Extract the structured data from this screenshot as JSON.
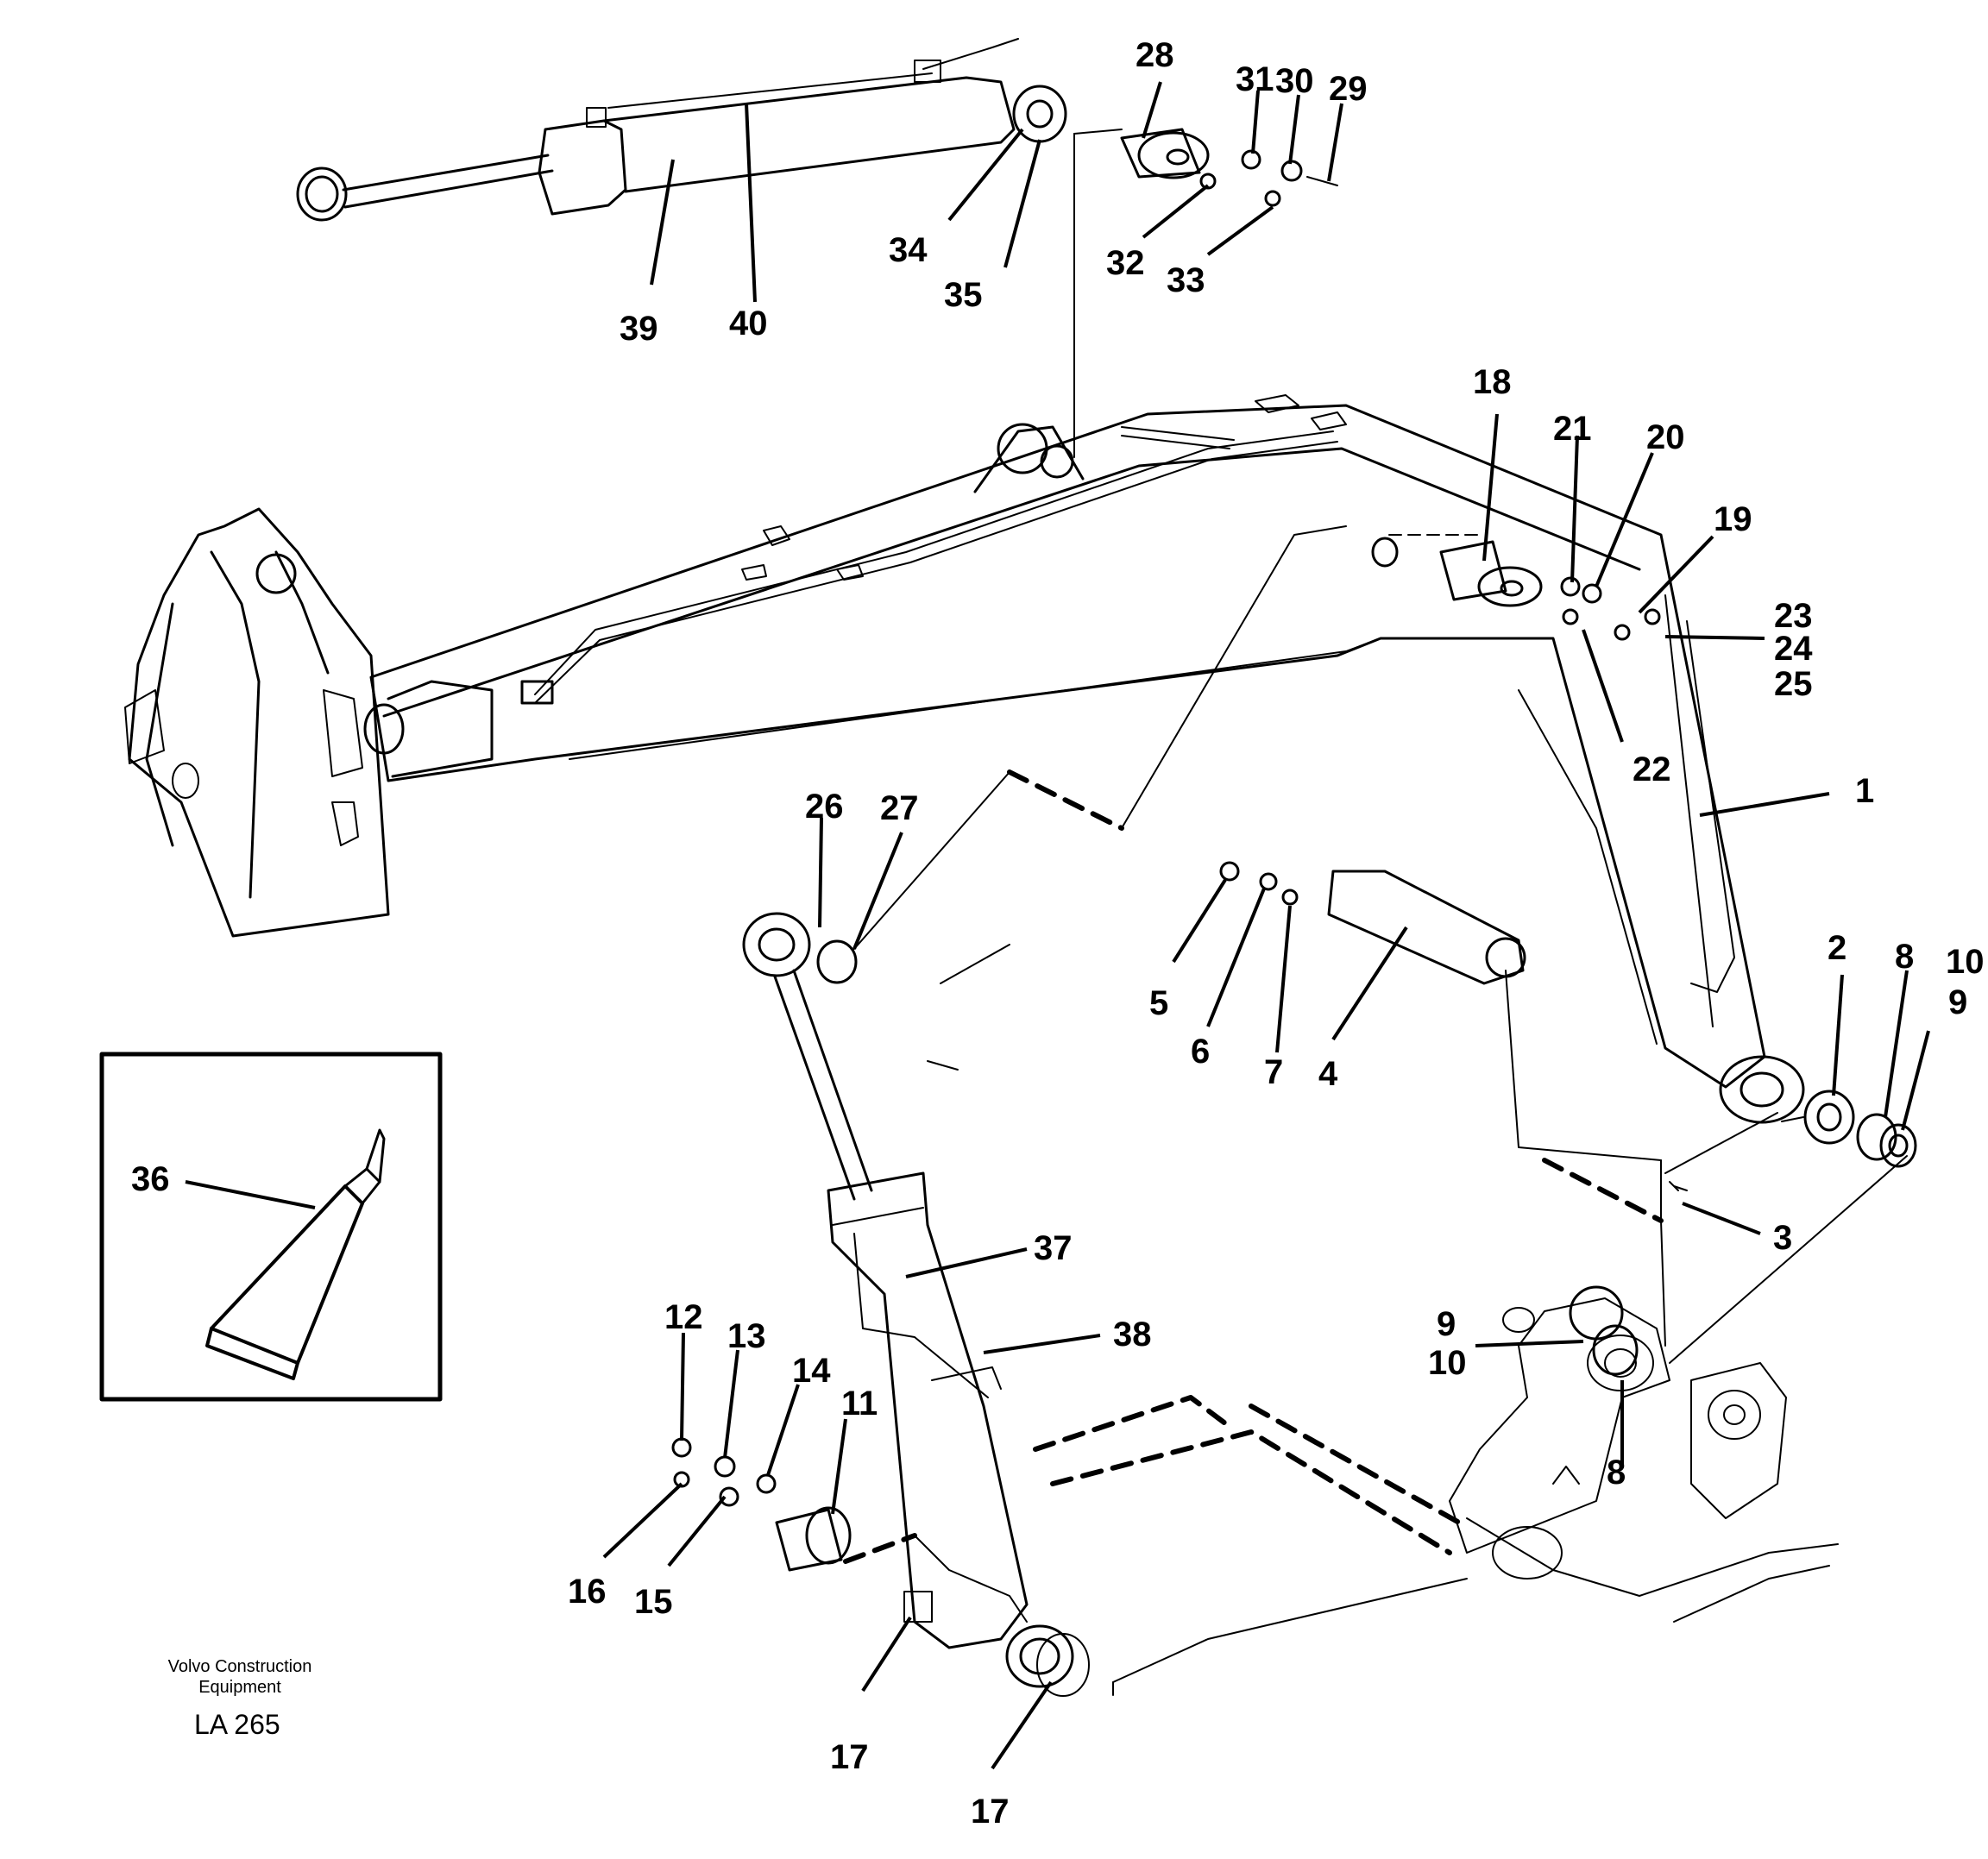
{
  "diagram": {
    "callouts": {
      "c1": "1",
      "c2": "2",
      "c3": "3",
      "c4": "4",
      "c5": "5",
      "c6": "6",
      "c7": "7",
      "c8a": "8",
      "c8b": "8",
      "c9a": "9",
      "c9b": "9",
      "c10a": "10",
      "c10b": "10",
      "c11": "11",
      "c12": "12",
      "c13": "13",
      "c14": "14",
      "c15": "15",
      "c16": "16",
      "c17a": "17",
      "c17b": "17",
      "c18": "18",
      "c19": "19",
      "c20": "20",
      "c21": "21",
      "c22": "22",
      "c23": "23",
      "c24": "24",
      "c25": "25",
      "c26": "26",
      "c27": "27",
      "c28": "28",
      "c29": "29",
      "c30": "30",
      "c31": "31",
      "c32": "32",
      "c33": "33",
      "c34": "34",
      "c35": "35",
      "c36": "36",
      "c37": "37",
      "c38": "38",
      "c39": "39",
      "c40": "40"
    },
    "footer": {
      "company_line1": "Volvo Construction",
      "company_line2": "Equipment",
      "drawing_code": "LA 265"
    }
  }
}
